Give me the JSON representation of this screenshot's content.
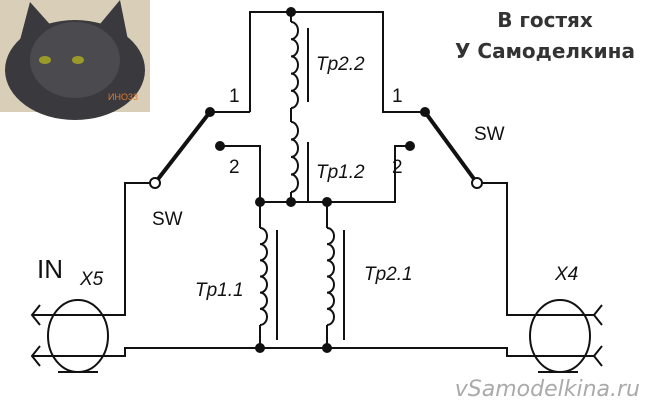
{
  "title": {
    "line1": "В гостях",
    "line2": "У Самоделкина"
  },
  "photo": {
    "caption": "ИНО33"
  },
  "labels": {
    "tp22": "Tp2.2",
    "tp12": "Tp1.2",
    "tp11": "Tp1.1",
    "tp21": "Tp2.1",
    "sw_left": "SW",
    "sw_right": "SW",
    "pos1_left": "1",
    "pos1_right": "1",
    "pos2_left": "2",
    "pos2_right": "2",
    "in": "IN",
    "x5": "X5",
    "x4": "X4"
  },
  "watermark": "vSamodelkina.ru"
}
